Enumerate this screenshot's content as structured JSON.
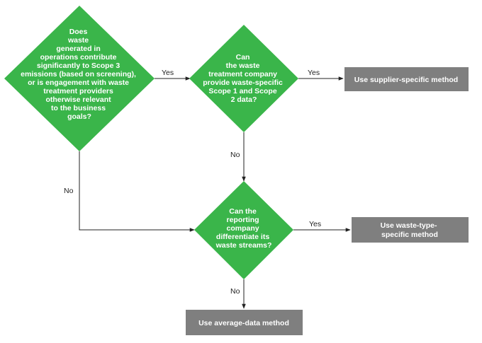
{
  "colors": {
    "decision": "#3ab54a",
    "outcome": "#7f7f7f",
    "connector": "#222222",
    "text_on_shape": "#ffffff"
  },
  "decisions": {
    "d1": {
      "lines": [
        "Does",
        "waste",
        "generated in",
        "operations contribute",
        "significantly to Scope 3",
        "emissions (based on screening),",
        "or is engagement with waste",
        "treatment providers",
        "otherwise relevant",
        "to the business",
        "goals?"
      ]
    },
    "d2": {
      "lines": [
        "Can",
        "the waste",
        "treatment company",
        "provide waste-specific",
        "Scope 1 and Scope",
        "2 data?"
      ]
    },
    "d3": {
      "lines": [
        "Can the",
        "reporting",
        "company",
        "differentiate its",
        "waste streams?"
      ]
    }
  },
  "outcomes": {
    "supplier": {
      "lines": [
        "Use supplier-specific method"
      ]
    },
    "waste_type": {
      "lines": [
        "Use waste-type-",
        "specific method"
      ]
    },
    "average": {
      "lines": [
        "Use average-data method"
      ]
    }
  },
  "edges": {
    "d1_yes": "Yes",
    "d1_no": "No",
    "d2_yes": "Yes",
    "d2_no": "No",
    "d3_yes": "Yes",
    "d3_no": "No"
  }
}
